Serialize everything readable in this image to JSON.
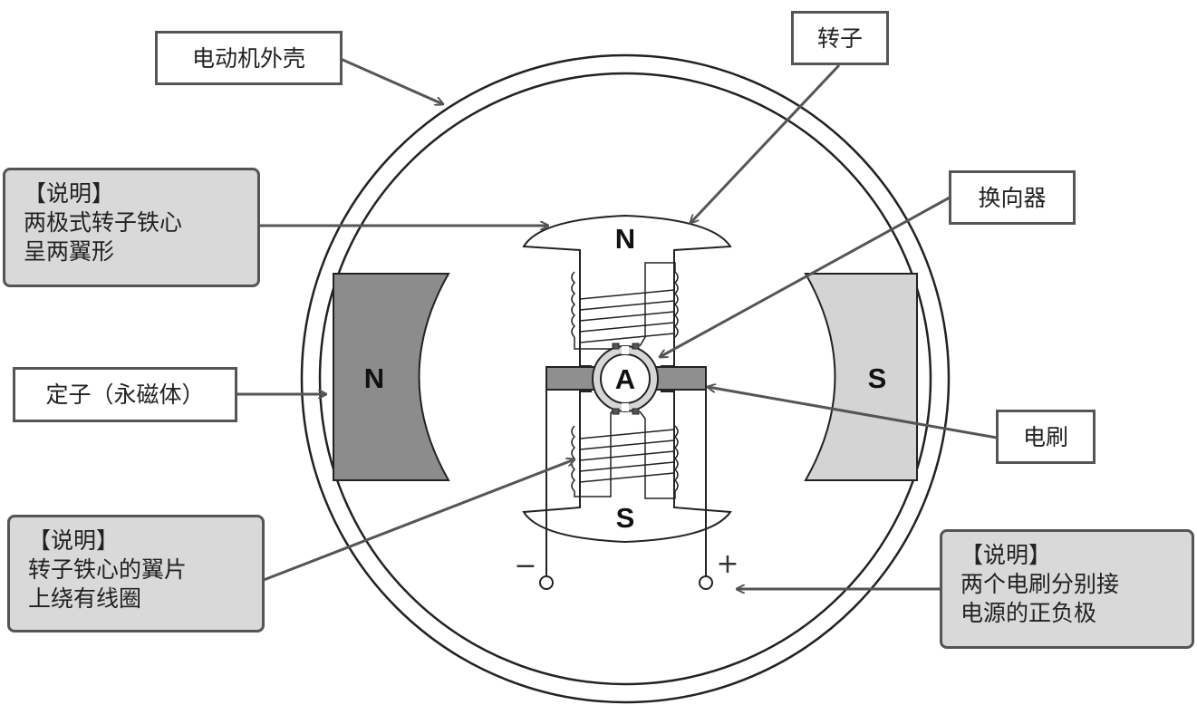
{
  "labels": {
    "housing": "电动机外壳",
    "rotor": "转子",
    "commutator": "换向器",
    "stator": "定子（永磁体）",
    "brush": "电刷"
  },
  "notes": {
    "note1": {
      "title": "【说明】",
      "lines": [
        "两极式转子铁心",
        "呈两翼形"
      ]
    },
    "note2": {
      "title": "【说明】",
      "lines": [
        "转子铁心的翼片",
        "上绕有线圈"
      ]
    },
    "note3": {
      "title": "【说明】",
      "lines": [
        "两个电刷分别接",
        "电源的正负极"
      ]
    }
  },
  "poles": {
    "rotor_top": "N",
    "rotor_bottom": "S",
    "stator_left": "N",
    "stator_right": "S",
    "commutator_center": "A"
  },
  "terminals": {
    "negative": "−",
    "positive": "+"
  },
  "colors": {
    "stator_north": "#8c8c8c",
    "stator_south": "#d4d4d4",
    "brush": "#8f8f8f",
    "note_fill": "#d9d9d9",
    "outline": "#555555"
  }
}
